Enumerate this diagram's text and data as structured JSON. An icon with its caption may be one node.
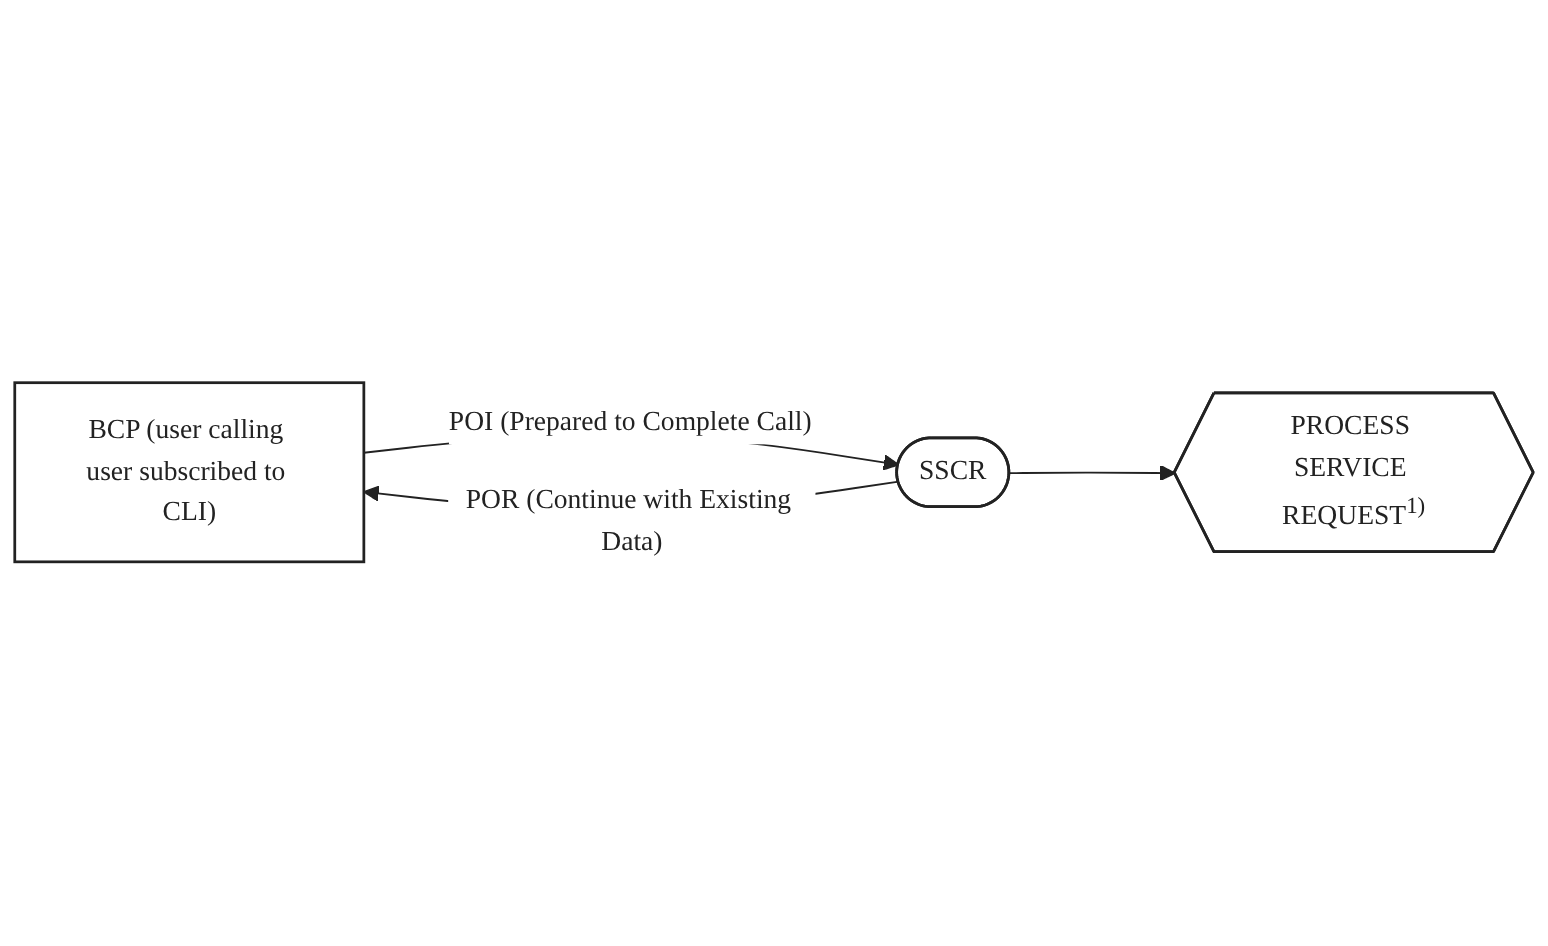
{
  "diagram": {
    "nodes": [
      {
        "text": [
          "BCP (user calling user subscribed to CLI)"
        ]
      },
      {
        "text": [
          "SSCR"
        ]
      },
      {
        "text": [
          "PROCESS SERVICE REQUEST$^{1)}$"
        ]
      }
    ],
    "edges": [
      {
        "from": 0,
        "to": 1,
        "arrow": "to",
        "label": "POI (Prepared to Complete Call)"
      },
      {
        "from": 1,
        "to": 0,
        "arrow": "to",
        "label": "POR (Continue with Existing Data)"
      },
      {
        "from": 1,
        "to": 2,
        "arrow": "to"
      }
    ]
  }
}
